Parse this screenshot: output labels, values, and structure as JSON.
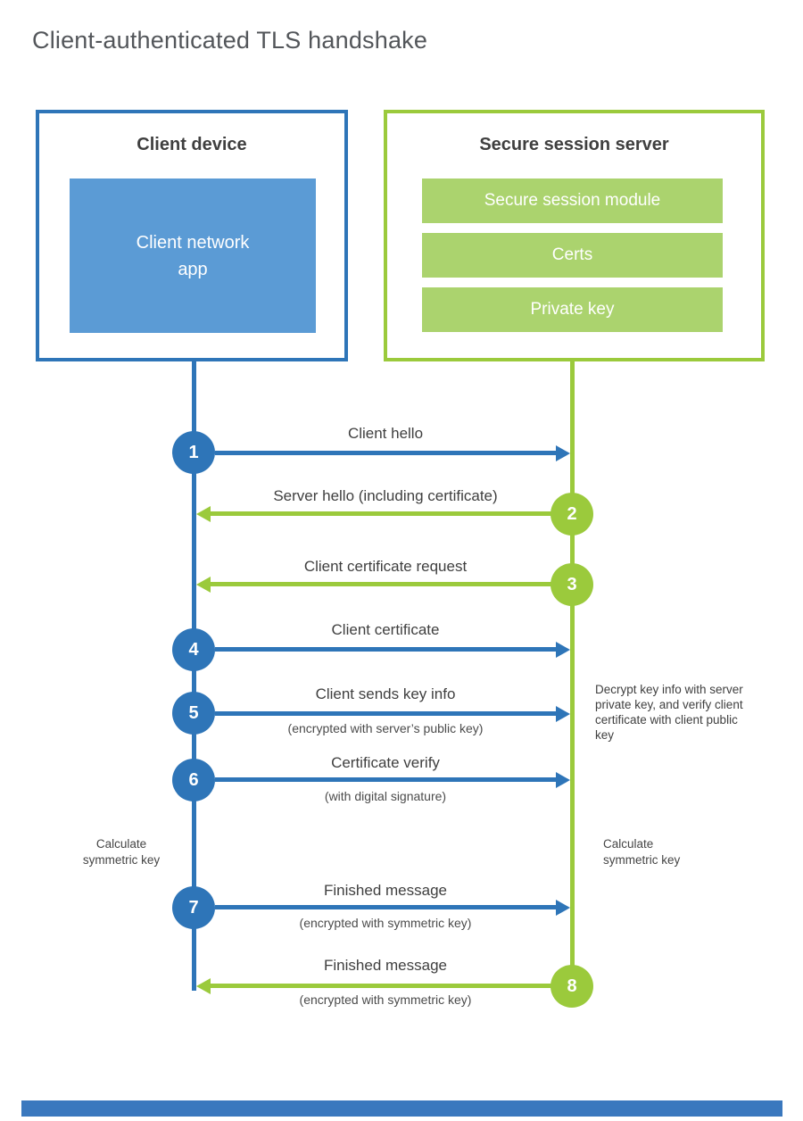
{
  "title": "Client-authenticated TLS handshake",
  "colors": {
    "blue_line": "#2E75B8",
    "blue_fill": "#5B9BD5",
    "green_line": "#9BCA3C",
    "green_fill": "#ABD36E",
    "label_text": "#3F3F3F",
    "footer_bar": "#3A78BE"
  },
  "client": {
    "title": "Client device",
    "app_line1": "Client network",
    "app_line2": "app"
  },
  "server": {
    "title": "Secure session server",
    "modules": [
      "Secure session module",
      "Certs",
      "Private key"
    ]
  },
  "steps": [
    {
      "num": "1",
      "label": "Client hello",
      "sub": "",
      "direction": "client-to-server",
      "color": "blue"
    },
    {
      "num": "2",
      "label": "Server hello (including certificate)",
      "sub": "",
      "direction": "server-to-client",
      "color": "green"
    },
    {
      "num": "3",
      "label": "Client certificate request",
      "sub": "",
      "direction": "server-to-client",
      "color": "green"
    },
    {
      "num": "4",
      "label": "Client certificate",
      "sub": "",
      "direction": "client-to-server",
      "color": "blue"
    },
    {
      "num": "5",
      "label": "Client sends key info",
      "sub": "(encrypted with server’s public key)",
      "direction": "client-to-server",
      "color": "blue"
    },
    {
      "num": "6",
      "label": "Certificate verify",
      "sub": "(with digital signature)",
      "direction": "client-to-server",
      "color": "blue"
    },
    {
      "num": "7",
      "label": "Finished message",
      "sub": "(encrypted with symmetric key)",
      "direction": "client-to-server",
      "color": "blue"
    },
    {
      "num": "8",
      "label": "Finished message",
      "sub": "(encrypted with symmetric key)",
      "direction": "server-to-client",
      "color": "green"
    }
  ],
  "notes": {
    "decrypt": "Decrypt key info with server private key, and verify client certificate with client public key",
    "calc_left": "Calculate symmetric key",
    "calc_right": "Calculate symmetric key"
  }
}
